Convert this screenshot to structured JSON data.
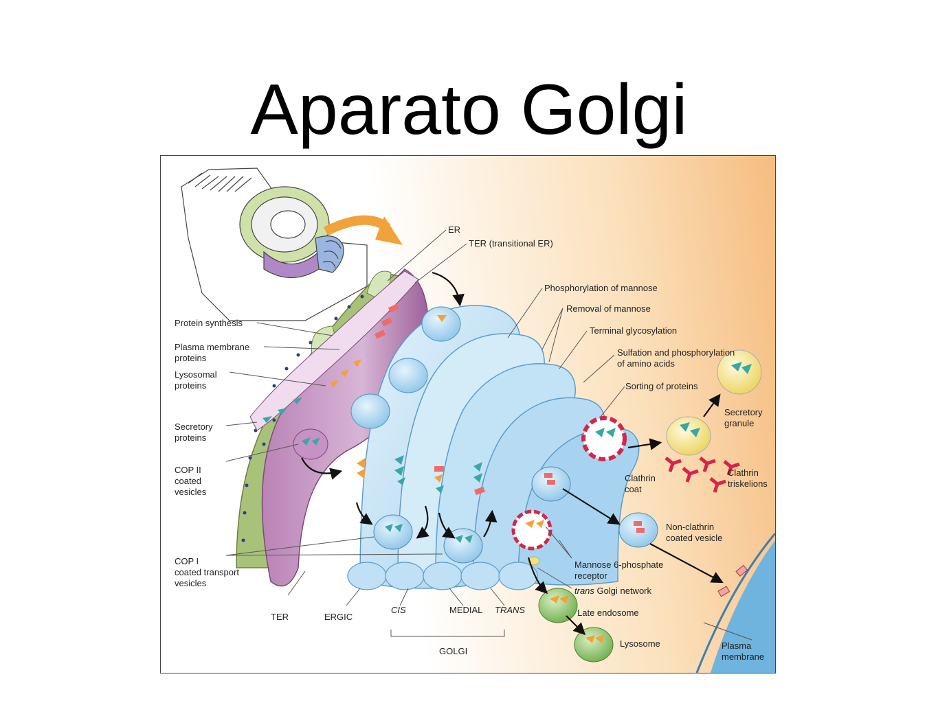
{
  "slide": {
    "title": "Aparato Golgi"
  },
  "labels": {
    "er": "ER",
    "ter_transitional": "TER (transitional ER)",
    "phosphorylation": "Phosphorylation of mannose",
    "removal": "Removal of mannose",
    "terminal_glyco": "Terminal glycosylation",
    "sulfation_1": "Sulfation and phosphorylation",
    "sulfation_2": "of amino acids",
    "sorting": "Sorting of proteins",
    "protein_synthesis": "Protein synthesis",
    "plasma_membrane_proteins_1": "Plasma membrane",
    "plasma_membrane_proteins_2": "proteins",
    "lysosomal_1": "Lysosomal",
    "lysosomal_2": "proteins",
    "secretory_1": "Secretory",
    "secretory_2": "proteins",
    "cop2_1": "COP II",
    "cop2_2": "coated",
    "cop2_3": "vesicles",
    "cop1_1": "COP I",
    "cop1_2": "coated transport",
    "cop1_3": "vesicles",
    "secretory_granule_1": "Secretory",
    "secretory_granule_2": "granule",
    "clathrin_coat_1": "Clathrin",
    "clathrin_coat_2": "coat",
    "clathrin_trisk_1": "Clathrin",
    "clathrin_trisk_2": "triskelions",
    "nonclathrin_1": "Non-clathrin",
    "nonclathrin_2": "coated vesicle",
    "mannose6p_1": "Mannose 6-phosphate",
    "mannose6p_2": "receptor",
    "trans_golgi_network_1": "trans",
    "trans_golgi_network_2": " Golgi network",
    "late_endosome": "Late endosome",
    "lysosome": "Lysosome",
    "plasma_membrane_1": "Plasma",
    "plasma_membrane_2": "membrane",
    "ter": "TER",
    "ergic": "ERGIC",
    "cis": "CIS",
    "medial": "MEDIAL",
    "trans": "TRANS",
    "golgi": "GOLGI"
  },
  "colors": {
    "background_warm": "#f7c48a",
    "cisterna_blue": "#bfe0f5",
    "er_purple": "#c99bc7",
    "er_green": "#b7c98a",
    "clathrin_red": "#d5254a",
    "vesicle_green": "#8fc36a",
    "granule_yellow": "#f3e27a",
    "membrane_blue": "#5aa8d8"
  }
}
